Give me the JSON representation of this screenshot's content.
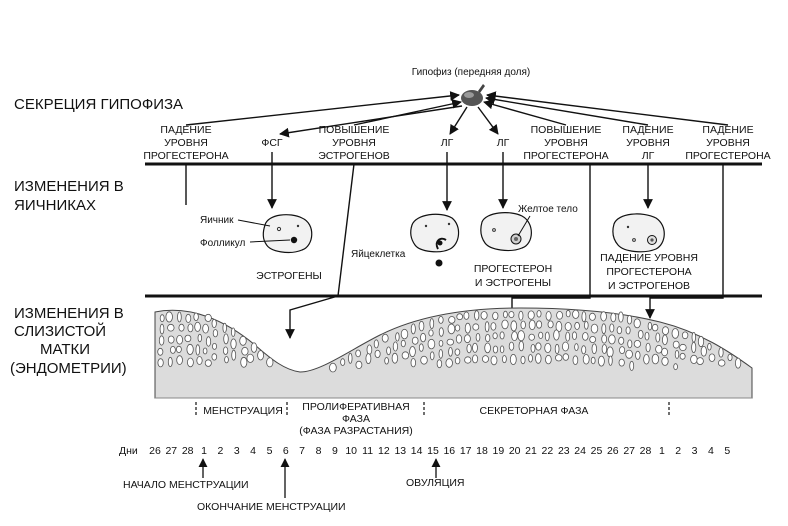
{
  "pituitary": {
    "label": "Гипофиз (передняя доля)"
  },
  "sections": {
    "secretion": [
      "СЕКРЕЦИЯ ГИПОФИЗА"
    ],
    "ovaries": [
      "ИЗМЕНЕНИЯ В",
      "ЯИЧНИКАХ"
    ],
    "endometrium": [
      "ИЗМЕНЕНИЯ В",
      "СЛИЗИСТОЙ",
      "МАТКИ",
      "(ЭНДОМЕТРИИ)"
    ]
  },
  "hormones": {
    "progesterone_fall_1": [
      "ПАДЕНИЕ",
      "УРОВНЯ",
      "ПРОГЕСТЕРОНА"
    ],
    "fsh": [
      "ФСГ"
    ],
    "estrogen_rise": [
      "ПОВЫШЕНИЕ",
      "УРОВНЯ",
      "ЭСТРОГЕНОВ"
    ],
    "lh_1": [
      "ЛГ"
    ],
    "lh_2": [
      "ЛГ"
    ],
    "progesterone_rise": [
      "ПОВЫШЕНИЕ",
      "УРОВНЯ",
      "ПРОГЕСТЕРОНА"
    ],
    "lh_fall": [
      "ПАДЕНИЕ",
      "УРОВНЯ",
      "ЛГ"
    ],
    "progesterone_fall_2": [
      "ПАДЕНИЕ",
      "УРОВНЯ",
      "ПРОГЕСТЕРОНА"
    ]
  },
  "ovary_labels": {
    "ovary": "Яичник",
    "follicle": "Фолликул",
    "egg": "Яйцеклетка",
    "corpus_luteum": "Желтое тело",
    "estrogens": "ЭСТРОГЕНЫ",
    "prog_estr": [
      "ПРОГЕСТЕРОН",
      "И ЭСТРОГЕНЫ"
    ],
    "fall_prog_estr": [
      "ПАДЕНИЕ УРОВНЯ",
      "ПРОГЕСТЕРОНА",
      "И ЭСТРОГЕНОВ"
    ]
  },
  "phases": {
    "menstruation": "МЕНСТРУАЦИЯ",
    "proliferative": [
      "ПРОЛИФЕРАТИВНАЯ",
      "ФАЗА",
      "(ФАЗА РАЗРАСТАНИЯ)"
    ],
    "secretory": "СЕКРЕТОРНАЯ ФАЗА"
  },
  "days": {
    "label": "Дни",
    "values": [
      "26",
      "27",
      "28",
      "1",
      "2",
      "3",
      "4",
      "5",
      "6",
      "7",
      "8",
      "9",
      "10",
      "11",
      "12",
      "13",
      "14",
      "15",
      "16",
      "17",
      "18",
      "19",
      "20",
      "21",
      "22",
      "23",
      "24",
      "25",
      "26",
      "27",
      "28",
      "1",
      "2",
      "3",
      "4",
      "5"
    ]
  },
  "markers": {
    "menstruation_start": "НАЧАЛО МЕНСТРУАЦИИ",
    "menstruation_end": "ОКОНЧАНИЕ МЕНСТРУАЦИИ",
    "ovulation": "ОВУЛЯЦИЯ"
  },
  "colors": {
    "ink": "#111111",
    "tissue_light": "#d8d8d8",
    "tissue_dark": "#8a8a8a"
  }
}
